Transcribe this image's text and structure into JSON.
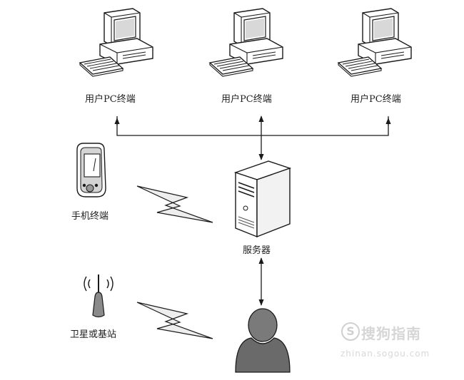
{
  "nodes": {
    "pc_1": {
      "label": "用户PC终端"
    },
    "pc_2": {
      "label": "用户PC终端"
    },
    "pc_3": {
      "label": "用户PC终端"
    },
    "mobile": {
      "label": "手机终端"
    },
    "server": {
      "label": "服务器"
    },
    "satellite": {
      "label": "卫星或基站"
    },
    "user": {
      "label": ""
    }
  },
  "edges": [
    {
      "from": "server",
      "to": "pc_1",
      "style": "arrow"
    },
    {
      "from": "server",
      "to": "pc_2",
      "style": "double-arrow"
    },
    {
      "from": "server",
      "to": "pc_3",
      "style": "arrow"
    },
    {
      "from": "mobile",
      "to": "server",
      "style": "wireless-bolt"
    },
    {
      "from": "server",
      "to": "user",
      "style": "double-arrow"
    },
    {
      "from": "satellite",
      "to": "user",
      "style": "wireless-bolt"
    }
  ],
  "watermark": {
    "logo": "S",
    "text": "搜狗指南",
    "url": "zhinan.sogou.com"
  },
  "colors": {
    "line": "#1a1a1a",
    "device_fill": "#ffffff",
    "bolt_fill": "#eeeeee",
    "user_fill": "#7a7a7a"
  }
}
